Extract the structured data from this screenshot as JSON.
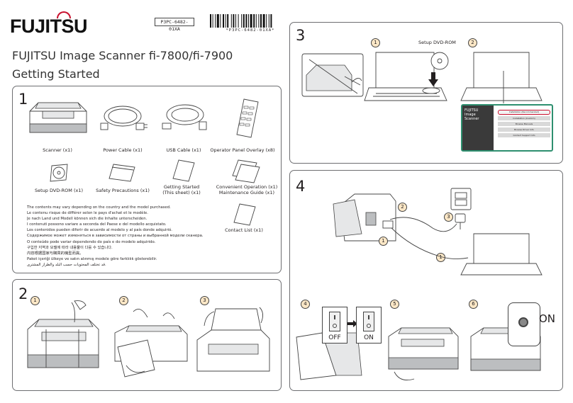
{
  "header": {
    "brand": "FUJITSU",
    "doc_id": "P3PC-6482-01XA",
    "barcode_text": "*P3PC-6482-01XA*",
    "title_line1": "FUJITSU Image Scanner fi-7800/fi-7900",
    "title_line2": "Getting Started"
  },
  "section1": {
    "number": "1",
    "items": [
      {
        "label": "Scanner (x1)",
        "icon": "scanner-icon"
      },
      {
        "label": "Power Cable (x1)",
        "icon": "power-cable-icon"
      },
      {
        "label": "USB Cable (x1)",
        "icon": "usb-cable-icon"
      },
      {
        "label": "Operator Panel Overlay (x8)",
        "icon": "panel-overlay-icon"
      },
      {
        "label": "Setup DVD-ROM (x1)",
        "icon": "dvd-icon"
      },
      {
        "label": "Safety Precautions (x1)",
        "icon": "booklet-icon"
      },
      {
        "label_line1": "Getting Started",
        "label_line2": "(This sheet) (x1)",
        "icon": "sheet-icon"
      },
      {
        "label_line1": "Convenient Operation (x1)",
        "label_line2": "Maintenance Guide (x1)",
        "icon": "stacked-sheets-icon"
      },
      {
        "label": "Contact List (x1)",
        "icon": "contact-sheet-icon"
      }
    ],
    "notes": [
      "The contents may vary depending on the country and the model purchased.",
      "Le contenu risque de différer selon le pays d'achat et le modèle.",
      "Je nach Land und Modell können sich die Inhalte unterscheiden.",
      "I contenuti possono variare a seconda del Paese e del modello acquistato.",
      "Los contenidos pueden diferir de acuerdo al modelo y al país donde adquirió.",
      "Содержимое может изменяться в зависимости от страны и выбранной модели сканера.",
      "O conteúdo pode variar dependendo do país e do modelo adquirido.",
      "구입한 지역과 모델에 따라 내용물이 다를 수 있습니다.",
      "内容根据国家与購買的機型而異。",
      "Paket içeriği ülkeye ve satın alınmış modele göre farklılık gösterebilir.",
      "قد تختلف المحتويات حسب البلد والطراز المشترى."
    ]
  },
  "section2": {
    "number": "2",
    "steps": [
      "1",
      "2",
      "3"
    ]
  },
  "section3": {
    "number": "3",
    "steps": [
      "1",
      "2"
    ],
    "dvd_label": "Setup DVD-ROM",
    "installer": {
      "brand_line1": "FUJITSU",
      "brand_line2": "Image",
      "brand_line3": "Scanner",
      "buttons": [
        "Installation (Recommended)",
        "Installation (Custom)",
        "Browse Manuals",
        "Browse Driver Info",
        "Contact Support Info"
      ]
    }
  },
  "section4": {
    "number": "4",
    "steps": [
      "1",
      "2",
      "3",
      "1",
      "4",
      "5",
      "6"
    ],
    "switch_off": "OFF",
    "switch_on": "ON",
    "power_label": "ON"
  },
  "colors": {
    "step_circle": "#fbe7c6",
    "installer_border": "#2e8f6f",
    "installer_bg": "#3a3a3a"
  }
}
